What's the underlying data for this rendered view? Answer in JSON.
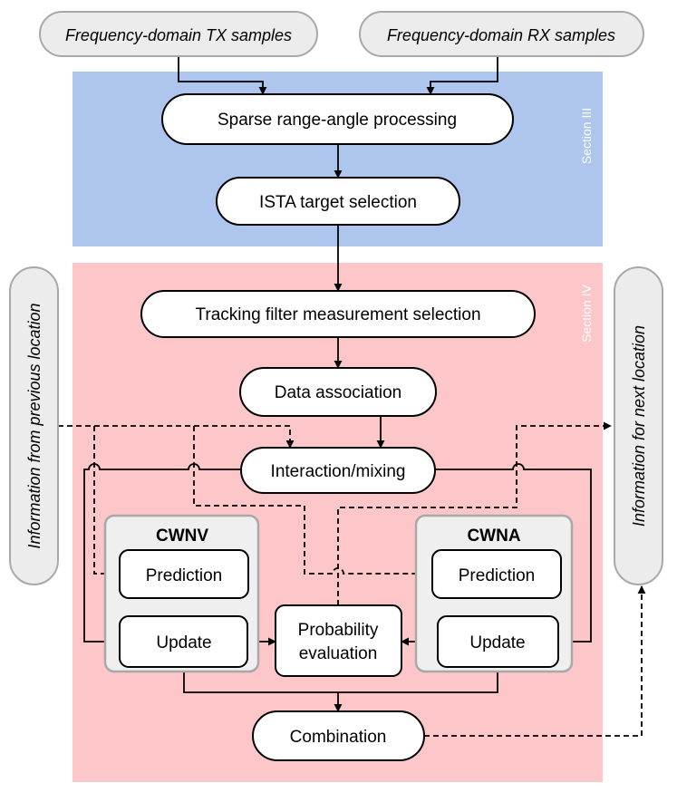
{
  "inputs": {
    "tx": "Frequency-domain TX samples",
    "rx": "Frequency-domain RX samples"
  },
  "sections": {
    "s3": "Section III",
    "s4": "Section IV"
  },
  "side": {
    "left": "Information from previous location",
    "right": "Information for next location"
  },
  "nodes": {
    "sparse": "Sparse range-angle processing",
    "ista": "ISTA target selection",
    "tracking": "Tracking filter measurement selection",
    "data_assoc": "Data association",
    "interaction": "Interaction/mixing",
    "combination": "Combination"
  },
  "filters": {
    "cwnv": {
      "title": "CWNV",
      "prediction": "Prediction",
      "update": "Update"
    },
    "cwna": {
      "title": "CWNA",
      "prediction": "Prediction",
      "update": "Update"
    }
  },
  "prob_eval": {
    "line1": "Probability",
    "line2": "evaluation"
  },
  "colors": {
    "section3_bg": "#aec6ee",
    "section4_bg": "#fdc6c8",
    "pill_fill": "#ececec",
    "filter_fill": "#efefef",
    "filter_stroke": "#a8a8a8",
    "line": "#000000",
    "section_label": "#ffffff"
  }
}
